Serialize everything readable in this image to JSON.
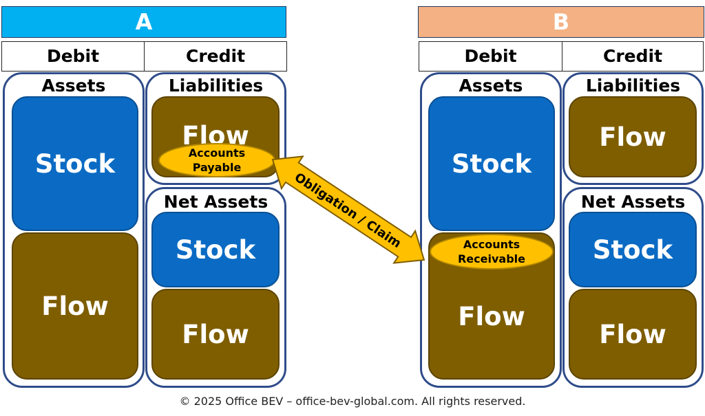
{
  "entity_a": {
    "label": "A",
    "color": "#00b0f0",
    "debit": "Debit",
    "credit": "Credit",
    "assets": {
      "title": "Assets",
      "stock": "Stock",
      "flow": "Flow"
    },
    "liabilities": {
      "title": "Liabilities",
      "flow": "Flow",
      "oval_line1": "Accounts",
      "oval_line2": "Payable"
    },
    "net_assets": {
      "title": "Net Assets",
      "stock": "Stock",
      "flow": "Flow"
    }
  },
  "entity_b": {
    "label": "B",
    "color": "#f4b183",
    "debit": "Debit",
    "credit": "Credit",
    "assets": {
      "title": "Assets",
      "stock": "Stock",
      "flow": "Flow",
      "oval_line1": "Accounts",
      "oval_line2": "Receivable"
    },
    "liabilities": {
      "title": "Liabilities",
      "flow": "Flow"
    },
    "net_assets": {
      "title": "Net Assets",
      "stock": "Stock",
      "flow": "Flow"
    }
  },
  "connector": {
    "label": "Obligation / Claim",
    "color": "#ffc000"
  },
  "colors": {
    "stock": "#0b6bc4",
    "flow": "#7f5e00",
    "panel_border": "#2f4c8a",
    "oval": "#ffc000"
  },
  "footer": "© 2025 Office BEV – office-bev-global.com. All rights reserved."
}
